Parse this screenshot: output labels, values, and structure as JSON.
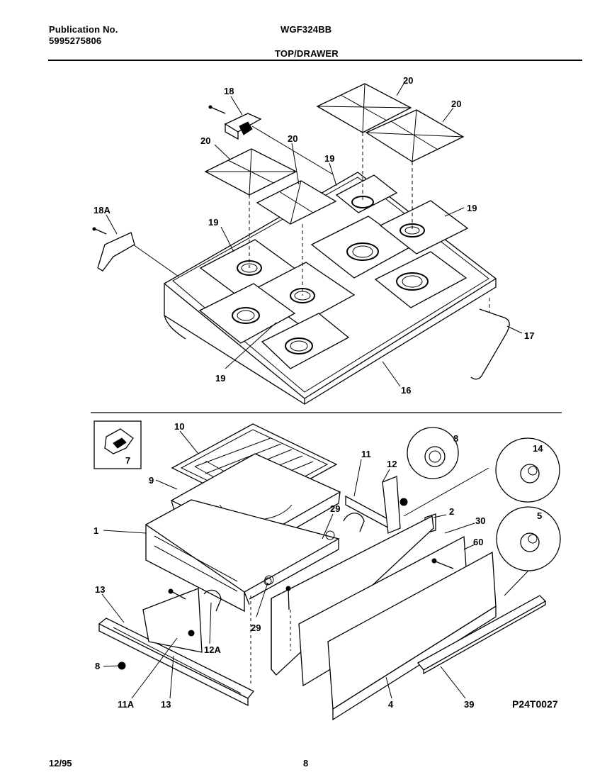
{
  "header": {
    "publication_label": "Publication No.",
    "publication_number": "5995275806",
    "model": "WGF324BB",
    "section_title": "TOP/DRAWER"
  },
  "footer": {
    "date": "12/95",
    "page_number": "8"
  },
  "diagram": {
    "code": "P24T0027",
    "labels": {
      "p18": "18",
      "p18a": "18A",
      "p20a": "20",
      "p20b": "20",
      "p20c": "20",
      "p20d": "20",
      "p19a": "19",
      "p19b": "19",
      "p19c": "19",
      "p19d": "19",
      "p16": "16",
      "p17": "17",
      "p7": "7",
      "p10": "10",
      "p9": "9",
      "p1": "1",
      "p11": "11",
      "p12": "12",
      "p8a": "8",
      "p14": "14",
      "p5": "5",
      "p2": "2",
      "p30": "30",
      "p60": "60",
      "p29a": "29",
      "p29b": "29",
      "p13a": "13",
      "p13b": "13",
      "p12a": "12A",
      "p8b": "8",
      "p11a": "11A",
      "p4": "4",
      "p39": "39"
    }
  }
}
